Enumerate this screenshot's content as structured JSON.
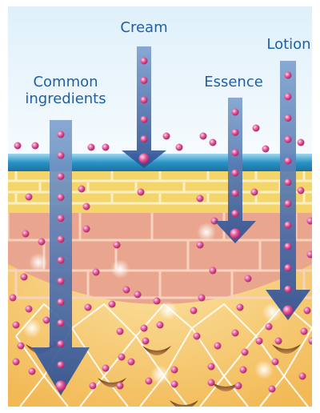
{
  "labels": {
    "cream": "Cream",
    "lotion": "Lotion",
    "essence": "Essence",
    "common_line1": "Common",
    "common_line2": "ingredients"
  },
  "colors": {
    "label_text": "#1f5fa8",
    "sky_top": "#e8f4fb",
    "skin_surface": "#1f8fc0",
    "sebum_yellow": "#f3d56a",
    "epidermis_brick": "#e7a48d",
    "mortar": "#f5c9b3",
    "dermis": "#f5c878",
    "arrow_blue": "#2f5aa0",
    "particle_pink": "#d8377e"
  },
  "arrows": [
    {
      "name": "cream-arrow",
      "penetration": "surface"
    },
    {
      "name": "essence-arrow",
      "penetration": "epidermis"
    },
    {
      "name": "lotion-arrow",
      "penetration": "lower-epidermis"
    },
    {
      "name": "common-ingredients-arrow",
      "penetration": "dermis"
    }
  ]
}
